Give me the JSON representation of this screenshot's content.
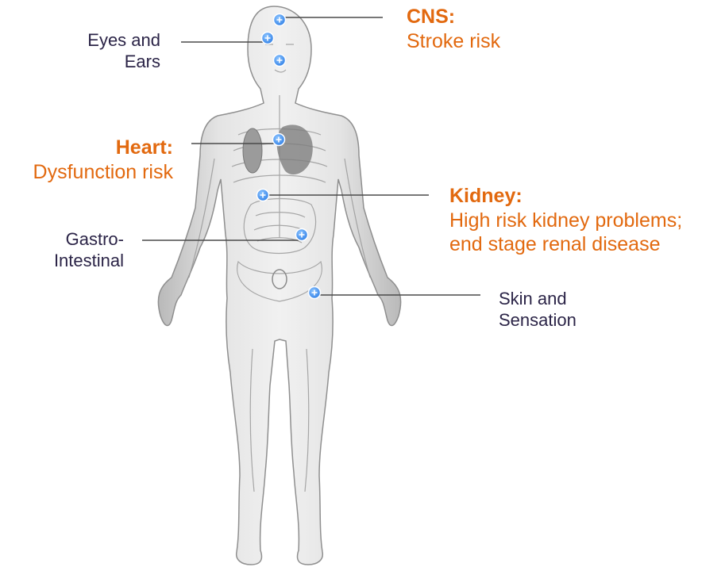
{
  "labels": {
    "eyes_ears": {
      "line1": "Eyes and",
      "line2": "Ears"
    },
    "cns": {
      "title": "CNS:",
      "desc": "Stroke risk"
    },
    "heart": {
      "title": "Heart:",
      "desc": "Dysfunction risk"
    },
    "kidney": {
      "title": "Kidney:",
      "line1": "High risk kidney problems;",
      "line2": "end stage renal disease"
    },
    "gastro": {
      "line1": "Gastro-",
      "line2": "Intestinal"
    },
    "skin": {
      "line1": "Skin and",
      "line2": "Sensation"
    }
  },
  "colors": {
    "highlight_label": "#e2690f",
    "plain_label": "#2b2447",
    "leader_line": "#4a4a4a",
    "marker": "#3b8ff0"
  },
  "icons": {
    "marker": "plus-circle-icon",
    "figure": "human-body-anatomy"
  }
}
